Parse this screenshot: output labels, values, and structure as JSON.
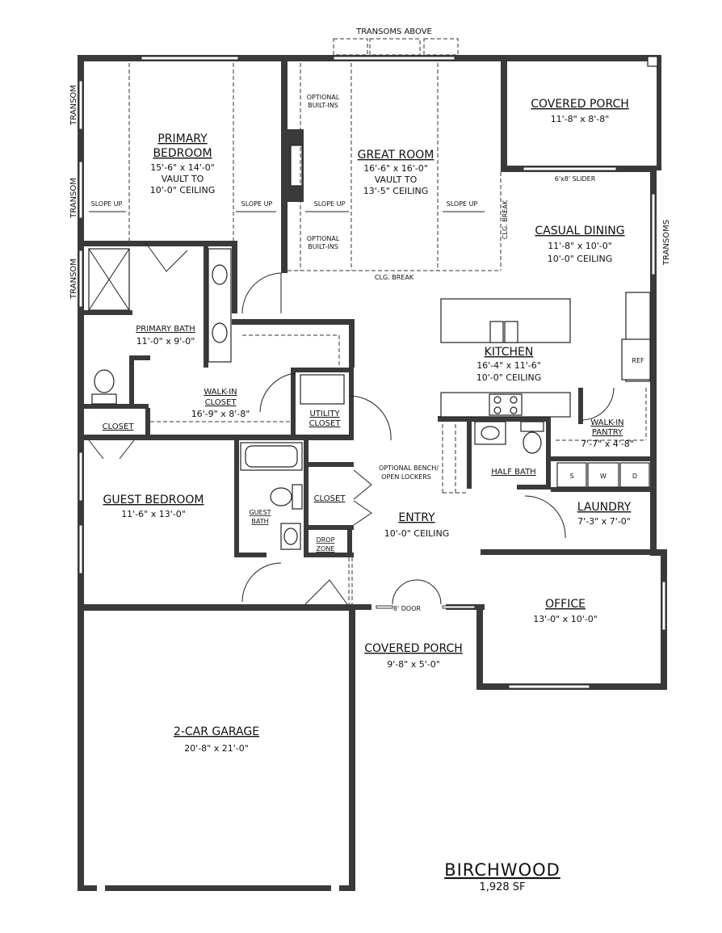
{
  "plan": {
    "name": "BIRCHWOOD",
    "area": "1,928 SF"
  },
  "rooms": {
    "primary_bedroom": {
      "name_line1": "PRIMARY",
      "name_line2": "BEDROOM",
      "dims": "15'-6\" x 14'-0\"",
      "ceiling_line1": "VAULT TO",
      "ceiling_line2": "10'-0\" CEILING"
    },
    "great_room": {
      "name": "GREAT ROOM",
      "dims": "16'-6\" x 16'-0\"",
      "ceiling_line1": "VAULT TO",
      "ceiling_line2": "13'-5\" CEILING"
    },
    "covered_porch_rear": {
      "name": "COVERED PORCH",
      "dims": "11'-8\" x 8'-8\""
    },
    "casual_dining": {
      "name": "CASUAL DINING",
      "dims": "11'-8\" x 10'-0\"",
      "ceiling": "10'-0\" CEILING"
    },
    "kitchen": {
      "name": "KITCHEN",
      "dims": "16'-4\" x 11'-6\"",
      "ceiling": "10'-0\" CEILING"
    },
    "primary_bath": {
      "name": "PRIMARY BATH",
      "dims": "11'-0\" x 9'-0\""
    },
    "walk_in_closet": {
      "name_line1": "WALK-IN",
      "name_line2": "CLOSET",
      "dims": "16'-9\" x 8'-8\""
    },
    "utility_closet": {
      "name_line1": "UTILITY",
      "name_line2": "CLOSET"
    },
    "walk_in_pantry": {
      "name_line1": "WALK-IN",
      "name_line2": "PANTRY",
      "dims": "7'-7\" x 4'-8\""
    },
    "closet_primary": {
      "name": "CLOSET"
    },
    "guest_bedroom": {
      "name": "GUEST BEDROOM",
      "dims": "11'-6\" x 13'-0\""
    },
    "guest_bath": {
      "name_line1": "GUEST",
      "name_line2": "BATH"
    },
    "closet_entry": {
      "name": "CLOSET"
    },
    "drop_zone": {
      "name_line1": "DROP",
      "name_line2": "ZONE"
    },
    "half_bath": {
      "name": "HALF BATH"
    },
    "laundry": {
      "name": "LAUNDRY",
      "dims": "7'-3\" x 7'-0\""
    },
    "entry": {
      "name": "ENTRY",
      "ceiling": "10'-0\" CEILING"
    },
    "office": {
      "name": "OFFICE",
      "dims": "13'-0\" x 10'-0\""
    },
    "covered_porch_front": {
      "name": "COVERED PORCH",
      "dims": "9'-8\" x 5'-0\""
    },
    "garage": {
      "name": "2-CAR GARAGE",
      "dims": "20'-8\" x 21'-0\""
    }
  },
  "notes": {
    "transoms_above": "TRANSOMS ABOVE",
    "transom": "TRANSOM",
    "transoms": "TRANSOMS",
    "optional_builtins_line1": "OPTIONAL",
    "optional_builtins_line2": "BUILT-INS",
    "slope_up": "SLOPE UP",
    "slider": "6'x8' SLIDER",
    "clg_break": "CLG. BREAK",
    "optional_bench_line1": "OPTIONAL BENCH/",
    "optional_bench_line2": "OPEN LOCKERS",
    "door_8": "8' DOOR",
    "ref": "REF",
    "washer": "W",
    "dryer": "D",
    "sink": "S"
  }
}
